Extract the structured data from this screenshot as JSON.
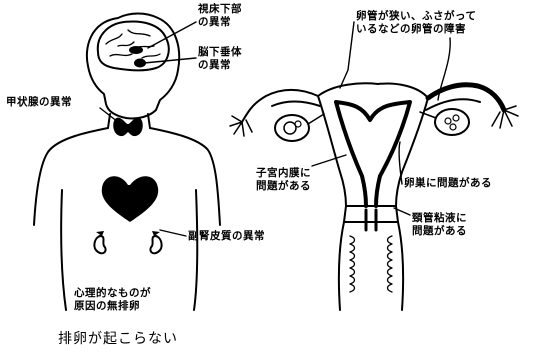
{
  "labels": {
    "hypothalamus": "視床下部\nの異常",
    "pituitary": "脳下垂体\nの異常",
    "thyroid": "甲状腺の異常",
    "adrenal": "副腎皮質の異常",
    "psychological": "心理的なものが\n原因の無排卵",
    "tube": "卵管が狭い、ふさがって\nいるなどの卵管の障害",
    "endometrium": "子宮内膜に\n問題がある",
    "ovary": "卵巣に問題がある",
    "cervical_mucus": "頸管粘液に\n問題がある"
  },
  "caption": "排卵が起こらない",
  "colors": {
    "ink": "#000000",
    "paper": "#ffffff"
  }
}
